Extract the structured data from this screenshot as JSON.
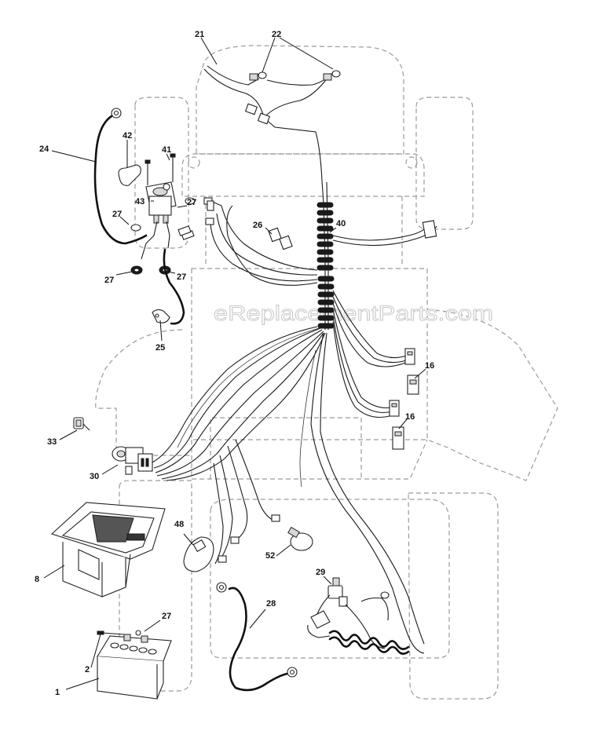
{
  "watermark": "eReplacementParts.com",
  "callouts": {
    "c1": "1",
    "c2": "2",
    "c8": "8",
    "c16a": "16",
    "c16b": "16",
    "c21": "21",
    "c22": "22",
    "c24": "24",
    "c25": "25",
    "c26": "26",
    "c27a": "27",
    "c27b": "27",
    "c27c": "27",
    "c27d": "27",
    "c27e": "27",
    "c28": "28",
    "c29": "29",
    "c30": "30",
    "c33": "33",
    "c40": "40",
    "c41": "41",
    "c42": "42",
    "c43": "43",
    "c48": "48",
    "c52": "52"
  }
}
